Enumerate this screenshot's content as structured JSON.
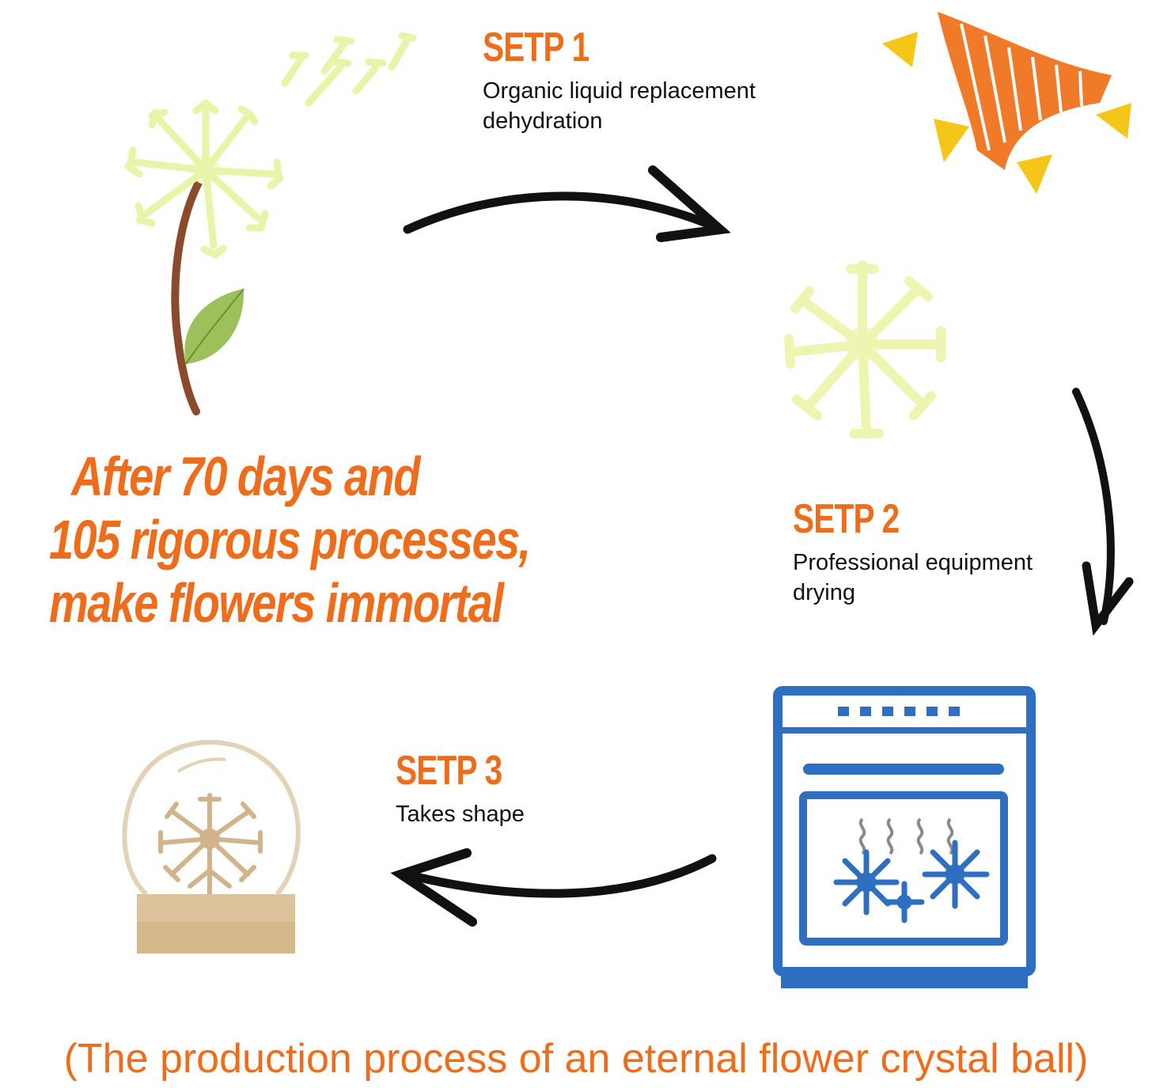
{
  "colors": {
    "accent": "#ef6c1a",
    "arrow": "#111111",
    "dandelion": "#e8f5a8",
    "stem": "#8b4a2b",
    "leaf": "#9cc05a",
    "oven": "#2f6fc1",
    "globe_base": "#dcc39b",
    "globe_tree": "#d2b48c"
  },
  "step1": {
    "title": "SETP 1",
    "desc_line1": "Organic liquid replacement",
    "desc_line2": "dehydration"
  },
  "step2": {
    "title": "SETP 2",
    "desc_line1": "Professional equipment",
    "desc_line2": "drying"
  },
  "step3": {
    "title": "SETP 3",
    "desc_line1": "Takes shape"
  },
  "headline": {
    "line1": "After 70 days and",
    "line2": "105 rigorous processes,",
    "line3": "make flowers immortal"
  },
  "caption": "(The production process of an eternal flower crystal ball)",
  "icons": {
    "dandelion": "dandelion-icon",
    "sun": "sun-icon",
    "dandelion_head": "dandelion-head-icon",
    "oven": "oven-icon",
    "crystal_ball": "crystal-ball-icon"
  }
}
